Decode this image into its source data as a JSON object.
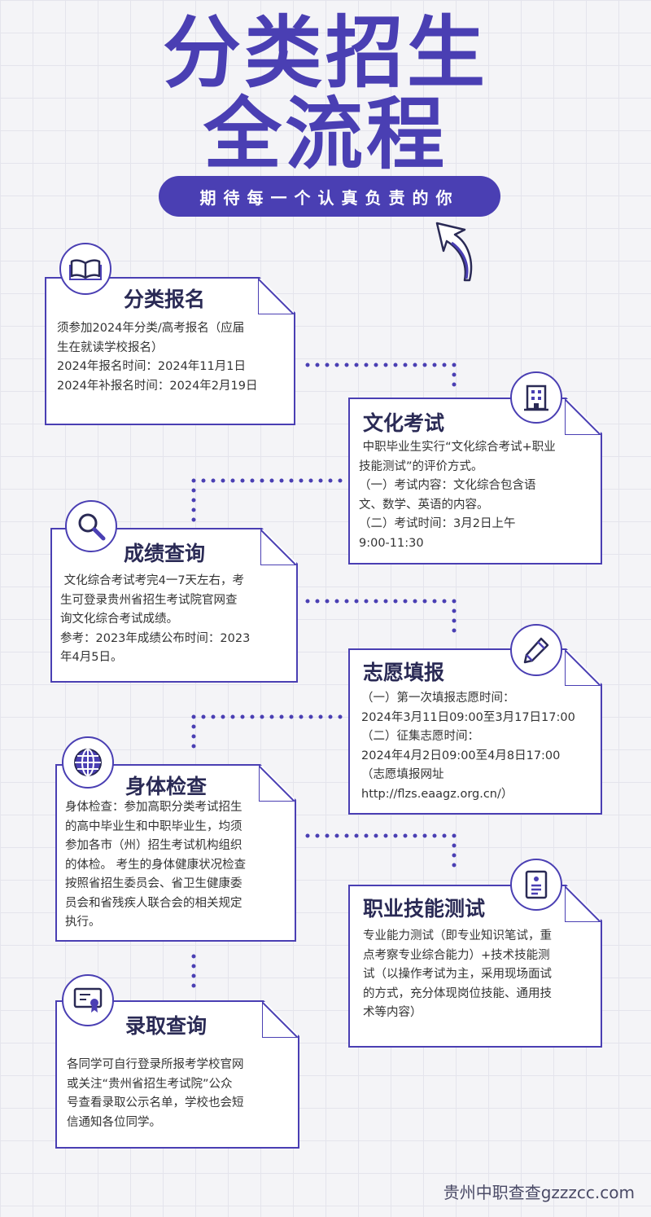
{
  "header": {
    "title_line1": "分类招生",
    "title_line2": "全流程",
    "subtitle": "期待每一个认真负责的你"
  },
  "steps": [
    {
      "title": "分类报名",
      "icon": "book-icon",
      "lines": [
        "须参加2024年分类/高考报名（应届",
        "生在就读学校报名）",
        "2024年报名时间：2024年11月1日",
        "2024年补报名时间：2024年2月19日"
      ]
    },
    {
      "title": "文化考试",
      "icon": "building-icon",
      "lines": [
        " 中职毕业生实行“文化综合考试+职业",
        "技能测试”的评价方式。",
        "（一）考试内容：文化综合包含语",
        "文、数学、英语的内容。",
        "（二）考试时间：3月2日上午",
        "9:00-11:30"
      ]
    },
    {
      "title": "成绩查询",
      "icon": "magnifier-icon",
      "lines": [
        " 文化综合考试考完4一7天左右，考",
        "生可登录贵州省招生考试院官网查",
        "询文化综合考试成绩。",
        "参考：2023年成绩公布时间：2023",
        "年4月5日。"
      ]
    },
    {
      "title": "志愿填报",
      "icon": "pencil-icon",
      "lines": [
        "（一）第一次填报志愿时间：",
        "2024年3月11日09:00至3月17日17:00",
        "（二）征集志愿时间：",
        "2024年4月2日09:00至4月8日17:00",
        "（志愿填报网址",
        "http://flzs.eaagz.org.cn/）"
      ]
    },
    {
      "title": "身体检查",
      "icon": "globe-icon",
      "lines": [
        "身体检查：参加高职分类考试招生",
        "的高中毕业生和中职毕业生，均须",
        "参加各市（州）招生考试机构组织",
        "的体检。 考生的身体健康状况检查",
        "按照省招生委员会、省卫生健康委",
        "员会和省残疾人联合会的相关规定",
        "执行。"
      ]
    },
    {
      "title": "职业技能测试",
      "icon": "document-icon",
      "lines": [
        "专业能力测试（即专业知识笔试，重",
        "点考察专业综合能力）+技术技能测",
        "试（以操作考试为主，采用现场面试",
        "的方式，充分体现岗位技能、通用技",
        "术等内容）"
      ]
    },
    {
      "title": "录取查询",
      "icon": "certificate-icon",
      "lines": [
        "各同学可自行登录所报考学校官网",
        "或关注“贵州省招生考试院”公众",
        "号查看录取公示名单，学校也会短",
        "信通知各位同学。"
      ]
    }
  ],
  "watermark": "贵州中职查查gzzzcc.com",
  "colors": {
    "accent": "#4a3fb3",
    "text": "#2a2a55",
    "background": "#f4f4f7"
  }
}
